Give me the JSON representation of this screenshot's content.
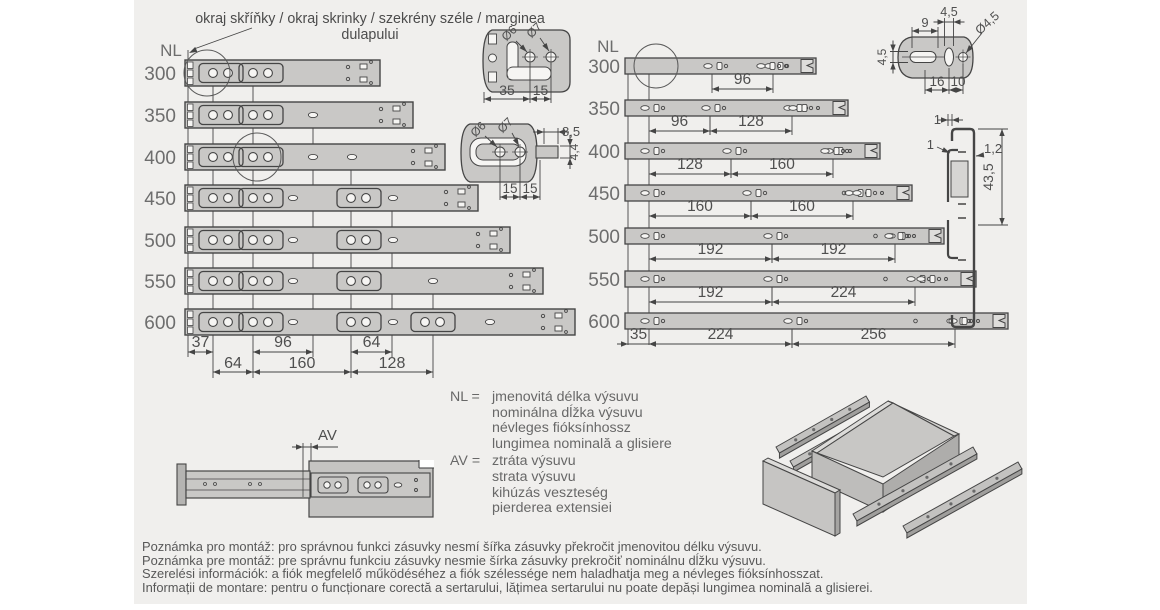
{
  "header": {
    "label": "okraj skříňky / okraj skrinky / szekrény széle / marginea dulapului"
  },
  "left_diagram": {
    "nl_header": "NL",
    "rows": [
      {
        "nl": "300"
      },
      {
        "nl": "350"
      },
      {
        "nl": "400"
      },
      {
        "nl": "450"
      },
      {
        "nl": "500"
      },
      {
        "nl": "550"
      },
      {
        "nl": "600"
      }
    ],
    "dims_top_row": [
      "37",
      "96",
      "64"
    ],
    "dims_bottom_row": [
      "64",
      "160",
      "128"
    ]
  },
  "right_diagram": {
    "nl_header": "NL",
    "rows": [
      {
        "nl": "300",
        "dims": [
          "96"
        ]
      },
      {
        "nl": "350",
        "dims": [
          "96",
          "128"
        ]
      },
      {
        "nl": "400",
        "dims": [
          "128",
          "160"
        ]
      },
      {
        "nl": "450",
        "dims": [
          "160",
          "160"
        ]
      },
      {
        "nl": "500",
        "dims": [
          "192",
          "192"
        ]
      },
      {
        "nl": "550",
        "dims": [
          "192",
          "224"
        ]
      },
      {
        "nl": "600",
        "dims": [
          "35",
          "224",
          "256"
        ]
      }
    ]
  },
  "details": {
    "front_bracket_plate": {
      "hole_labels": [
        "Ø6",
        "Ø7"
      ],
      "dims_bottom": [
        "35",
        "15"
      ]
    },
    "rear_bracket_plate": {
      "hole_labels": [
        "Ø6",
        "Ø7"
      ],
      "dim_top": "8,5",
      "dim_side": "4,4",
      "dims_bottom": [
        "15",
        "15"
      ]
    },
    "rail_hole_plate": {
      "dim_slot": "9",
      "dim_hole_top": "4,5",
      "dim_side": "4,5",
      "hole_label": "Ø4,5",
      "dims_bottom": [
        "16",
        "10"
      ]
    },
    "cross_section": {
      "dim_gap_top": "1",
      "dim_gap_left": "1",
      "dim_thickness": "1,2",
      "dim_height": "43,5"
    }
  },
  "legend": {
    "nl_term": "NL =",
    "nl_lines": [
      "jmenovitá délka výsuvu",
      "nominálna dĺžka výsuvu",
      "névleges fióksínhossz",
      "lungimea nominală a glisiere"
    ],
    "av_term": "AV =",
    "av_lines": [
      "ztráta výsuvu",
      "strata výsuvu",
      "kihúzás veszteség",
      "pierderea extensiei"
    ]
  },
  "av_drawing": {
    "label": "AV"
  },
  "notes": [
    "Poznámka pro montáž: pro správnou funkci zásuvky nesmí šířka zásuvky překročit jmenovitou délku výsuvu.",
    "Poznámka pre montáž: pre správnu funkciu zásuvky nesmie šírka zásuvky prekročiť nominálnu dĺžku výsuvu.",
    "Szerelési információk: a fiók megfelelő működéséhez a fiók szélessége nem haladhatja meg a névleges fióksínhosszat.",
    "Informații de montare: pentru o funcționare corectă a sertarului, lățimea sertarului nu poate depăși lungimea nominală a glisierei."
  ]
}
